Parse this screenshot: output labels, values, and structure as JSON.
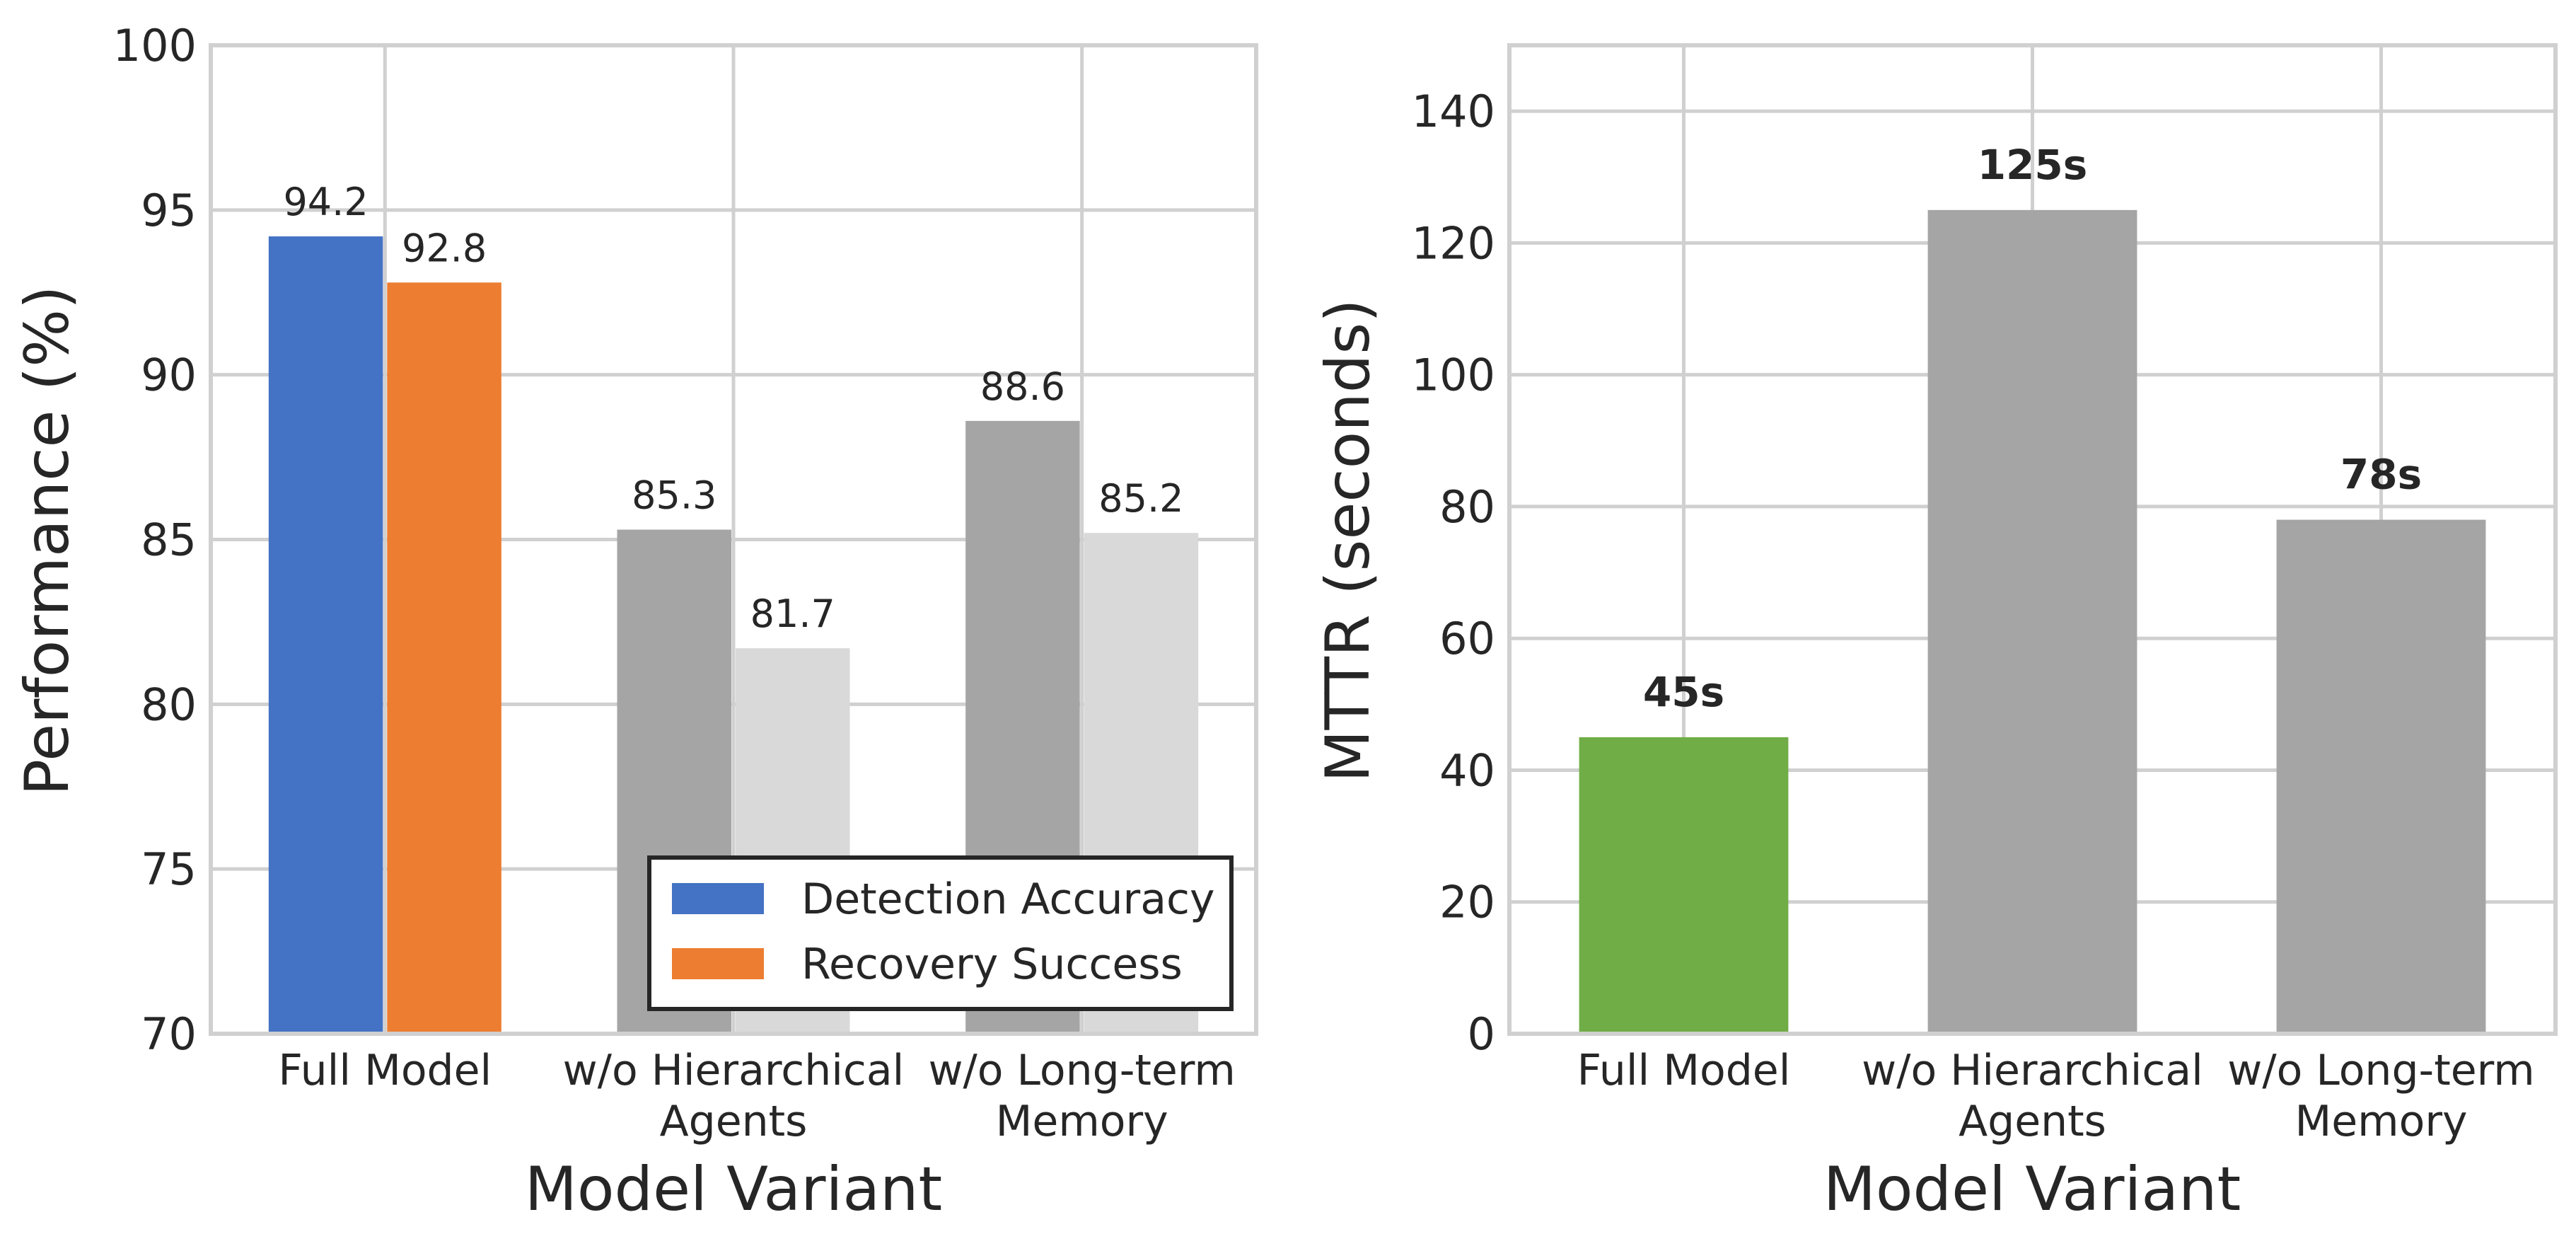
{
  "chart_data": [
    {
      "type": "bar",
      "title": "",
      "xlabel": "Model Variant",
      "ylabel": "Performance (%)",
      "ylim": [
        70,
        100
      ],
      "yticks": [
        "70",
        "75",
        "80",
        "85",
        "90",
        "95",
        "100"
      ],
      "categories": [
        [
          "Full Model"
        ],
        [
          "w/o Hierarchical",
          "Agents"
        ],
        [
          "w/o Long-term",
          "Memory"
        ]
      ],
      "series": [
        {
          "name": "Detection Accuracy",
          "values": [
            94.2,
            85.3,
            88.6
          ],
          "labels": [
            "94.2",
            "85.3",
            "88.6"
          ],
          "colors": [
            "#4472C4",
            "#A5A5A5",
            "#A5A5A5"
          ]
        },
        {
          "name": "Recovery Success",
          "values": [
            92.8,
            81.7,
            85.2
          ],
          "labels": [
            "92.8",
            "81.7",
            "85.2"
          ],
          "colors": [
            "#ED7D31",
            "#D9D9D9",
            "#D9D9D9"
          ]
        }
      ],
      "legend": {
        "placement": "lower-right",
        "entries": [
          {
            "name": "Detection Accuracy",
            "color": "#4472C4"
          },
          {
            "name": "Recovery Success",
            "color": "#ED7D31"
          }
        ]
      },
      "grid": true
    },
    {
      "type": "bar",
      "title": "",
      "xlabel": "Model Variant",
      "ylabel": "MTTR (seconds)",
      "ylim": [
        0,
        150
      ],
      "yticks": [
        "0",
        "20",
        "40",
        "60",
        "80",
        "100",
        "120",
        "140"
      ],
      "categories": [
        [
          "Full Model"
        ],
        [
          "w/o Hierarchical",
          "Agents"
        ],
        [
          "w/o Long-term",
          "Memory"
        ]
      ],
      "values": [
        45,
        125,
        78
      ],
      "labels": [
        "45s",
        "125s",
        "78s"
      ],
      "colors": [
        "#70AD47",
        "#A5A5A5",
        "#A5A5A5"
      ],
      "grid": true
    }
  ]
}
